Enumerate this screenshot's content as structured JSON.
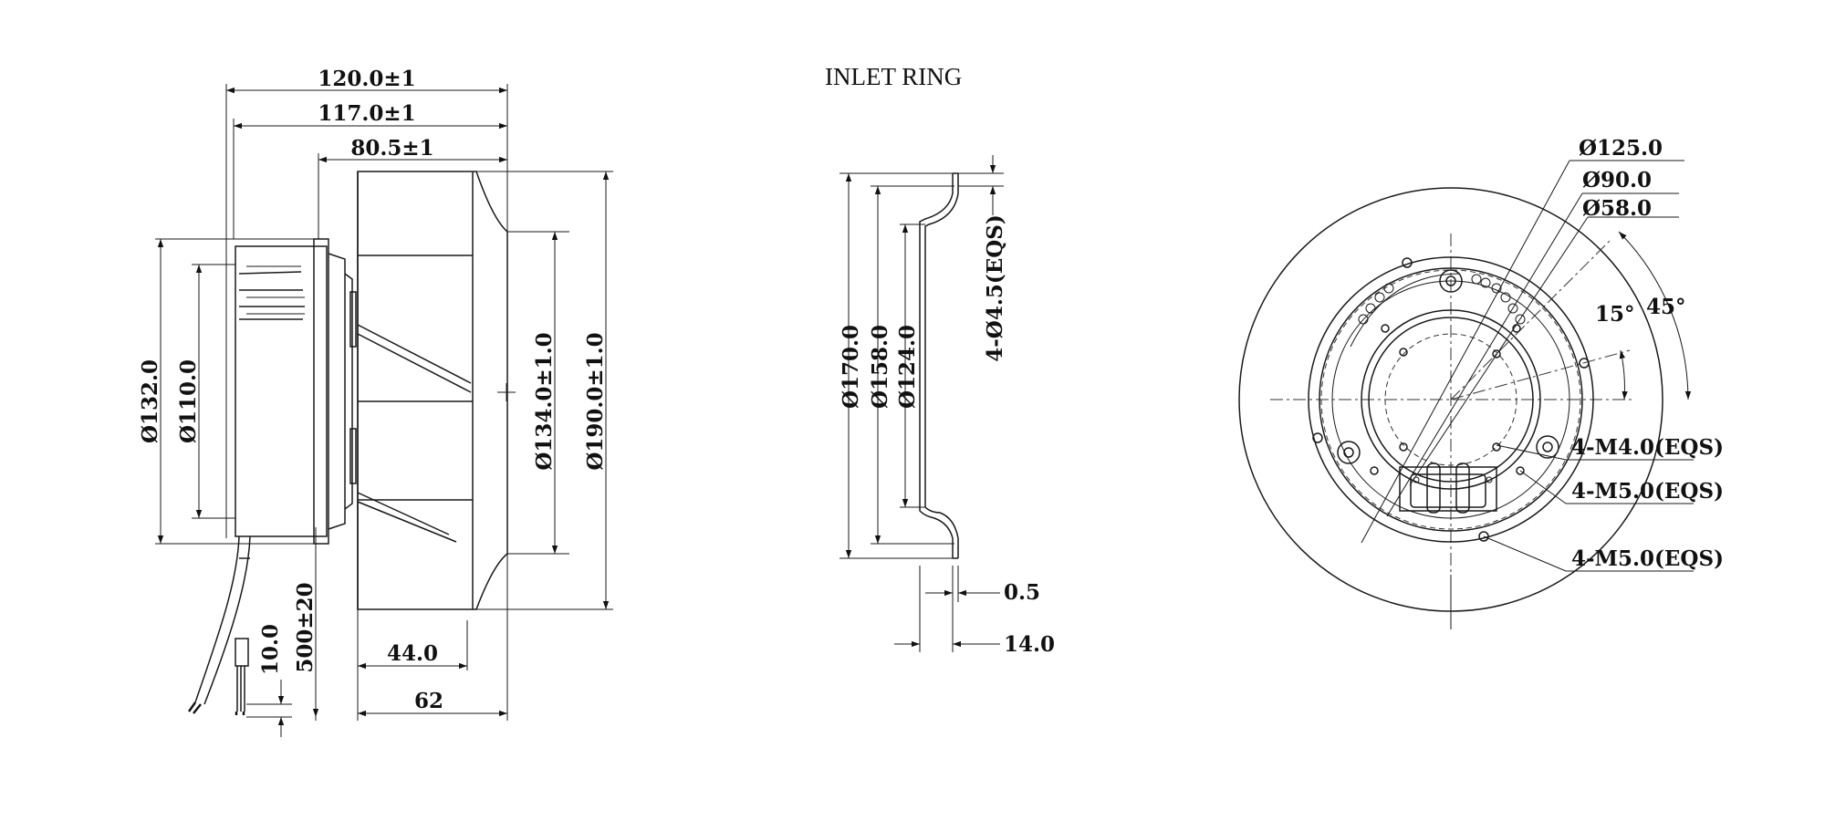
{
  "title": "INLET RING",
  "side_view": {
    "dims": {
      "overall_length": "120.0±1",
      "body_length": "117.0±1",
      "impeller_offset": "80.5±1",
      "motor_diameter": "Ø132.0",
      "motor_inner_diameter": "Ø110.0",
      "inlet_diameter": "Ø134.0±1.0",
      "impeller_diameter": "Ø190.0±1.0",
      "blade_width": "44.0",
      "impeller_width": "62",
      "wire_strip": "10.0",
      "cable_length": "500±20"
    }
  },
  "inlet_ring": {
    "dims": {
      "outer_diameter": "Ø170.0",
      "mid_diameter": "Ø158.0",
      "inner_diameter": "Ø124.0",
      "holes": "4-Ø4.5(EQS)",
      "thickness": "0.5",
      "depth": "14.0"
    }
  },
  "front_view": {
    "dims": {
      "pcd_125": "Ø125.0",
      "pcd_90": "Ø90.0",
      "pcd_58": "Ø58.0",
      "angle_15": "15°",
      "angle_45": "45°",
      "m4_holes": "4-M4.0(EQS)",
      "m5_holes_a": "4-M5.0(EQS)",
      "m5_holes_b": "4-M5.0(EQS)"
    }
  }
}
